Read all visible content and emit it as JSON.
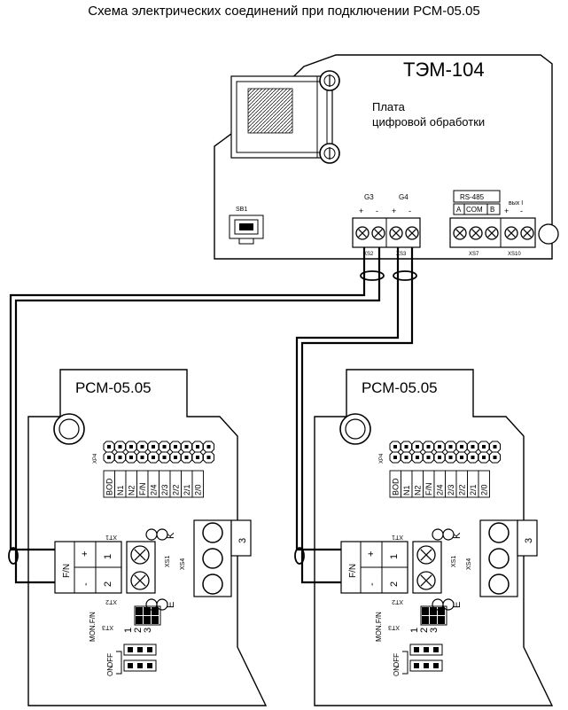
{
  "title": "Схема электрических соединений при подключении РСМ-05.05",
  "tem": {
    "name": "ТЭМ-104",
    "board_line1": "Плата",
    "board_line2": "цифровой обработки",
    "sb1": "SB1",
    "g3": "G3",
    "g4": "G4",
    "plus": "+",
    "minus": "-",
    "xs2": "XS2",
    "xs3": "XS3",
    "xs7": "XS7",
    "xs10": "XS10",
    "rs485": "RS-485",
    "rs_a": "A",
    "rs_com": "COM",
    "rs_b": "B",
    "vyx": "вых I"
  },
  "rsm": {
    "name": "РСМ-05.05",
    "xp4": "XP4",
    "pins": [
      "BOD",
      "N1",
      "N2",
      "F/N",
      "2/4",
      "2/3",
      "2/2",
      "2/1",
      "2/0"
    ],
    "xt1": "XT1",
    "xt2": "XT2",
    "xt3": "XT3",
    "k": "K",
    "e": "E",
    "xs1": "XS1",
    "xs4": "XS4",
    "fn": "F/N",
    "plus": "+",
    "minus": "-",
    "one": "1",
    "two": "2",
    "three": "3",
    "mon": "MON.F/N",
    "off": "OFF",
    "on": "ON",
    "xt3_nums": [
      "1",
      "2",
      "3"
    ]
  }
}
